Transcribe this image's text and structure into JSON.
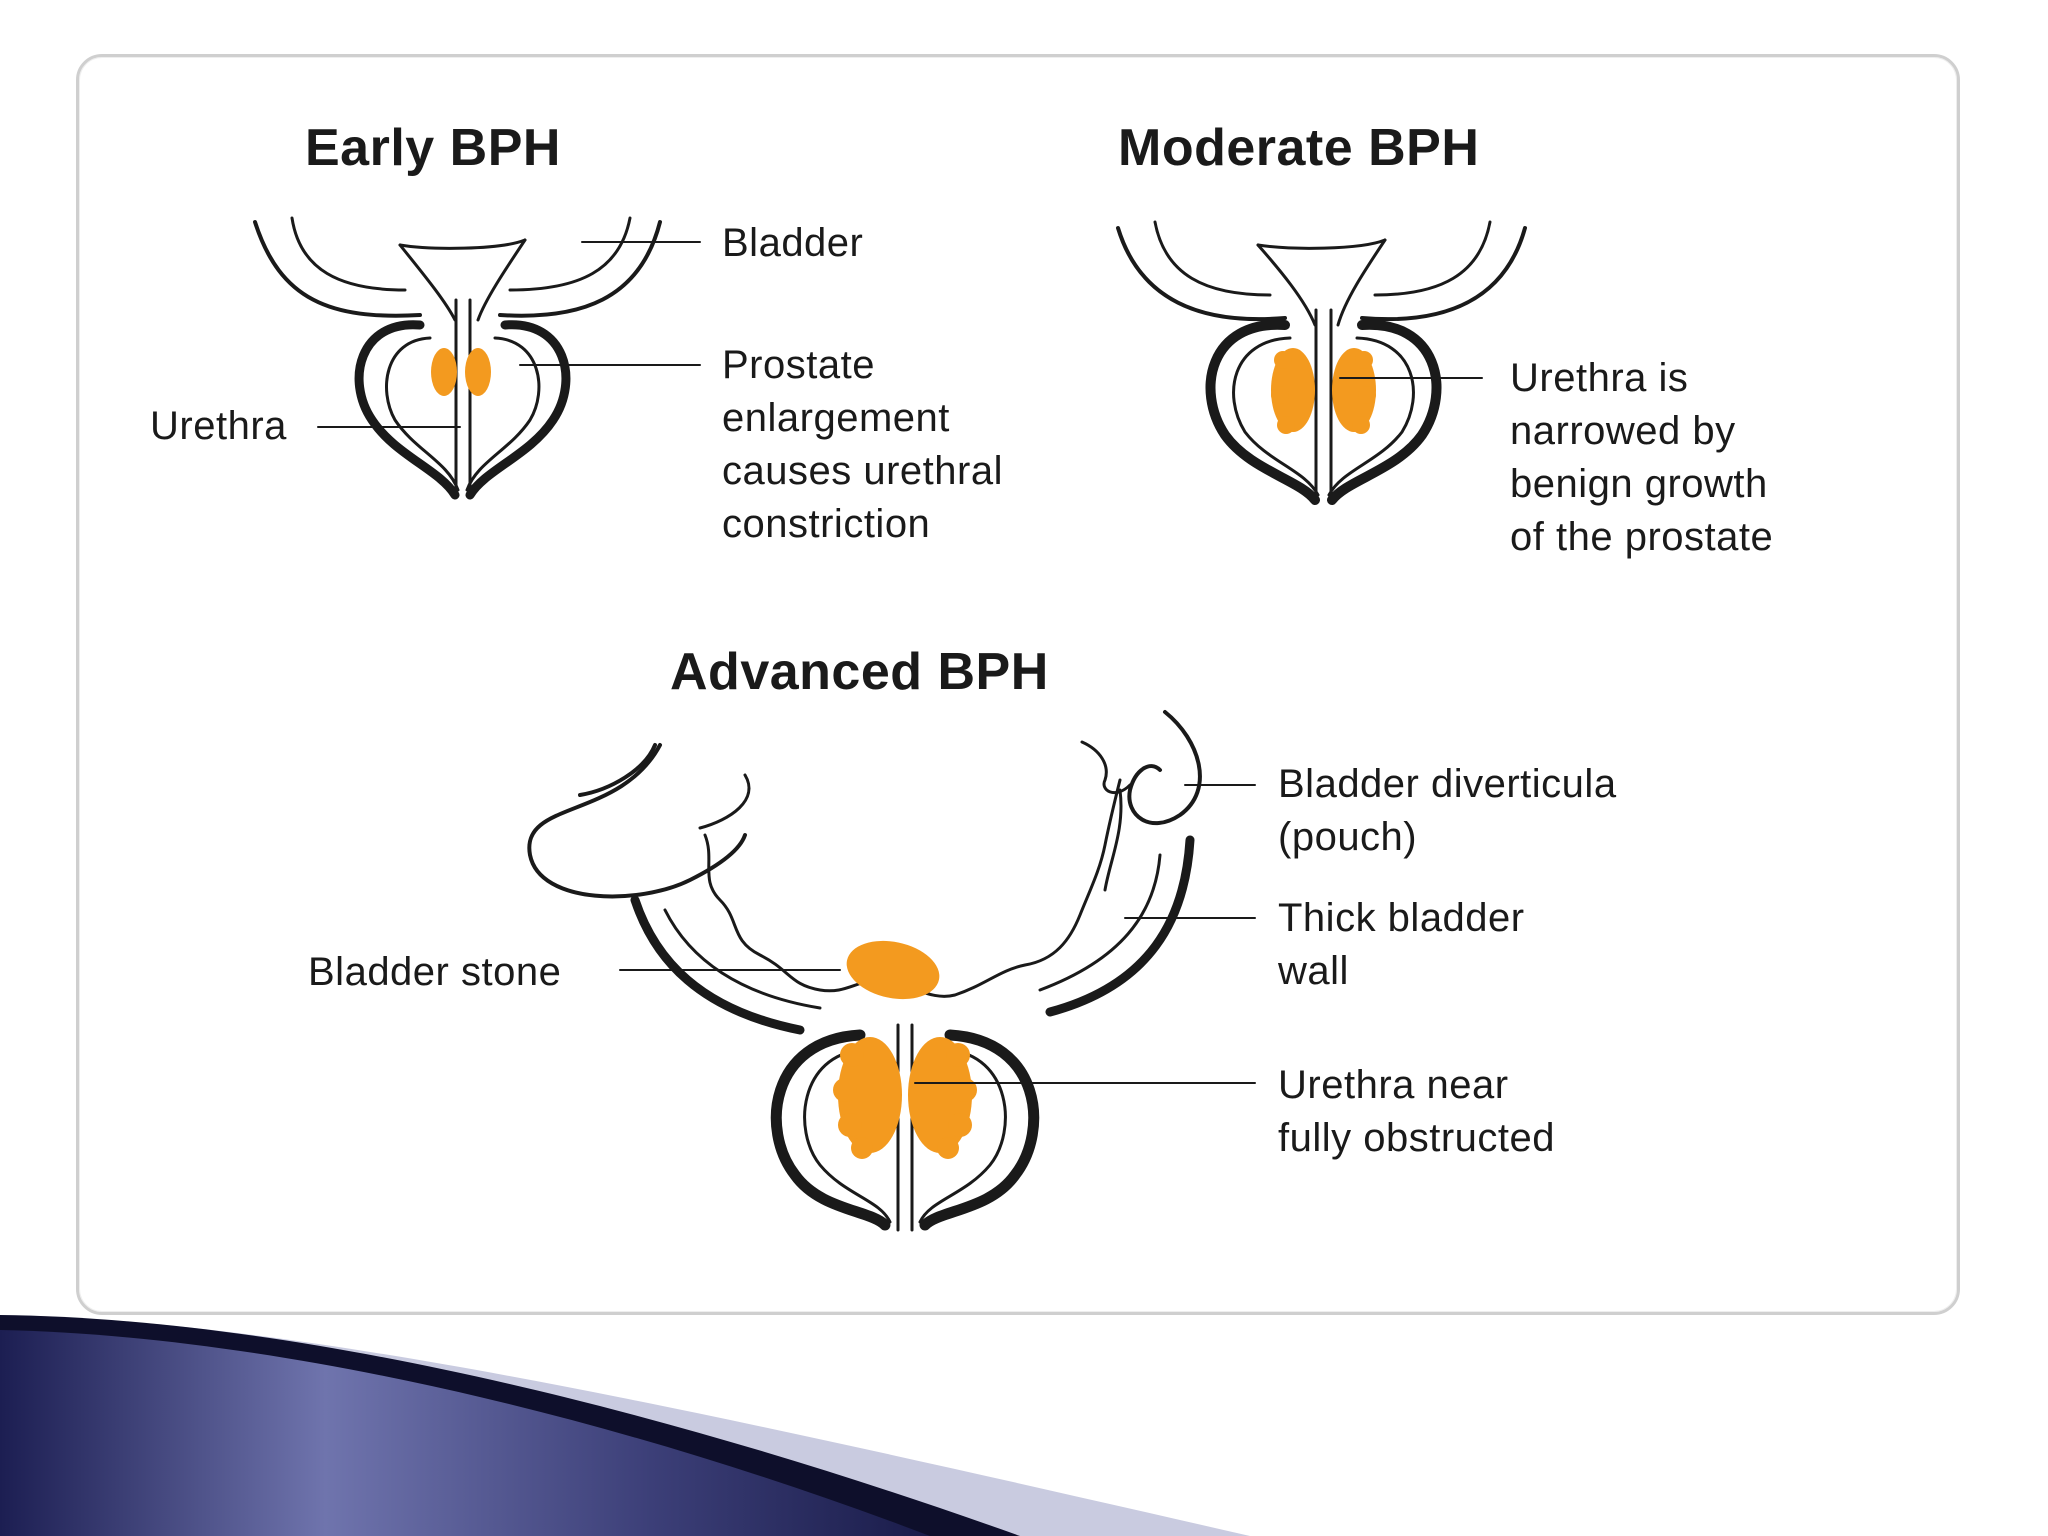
{
  "panels": {
    "early": {
      "title": "Early BPH",
      "labels": {
        "bladder": "Bladder",
        "prostate": "Prostate\nenlargement\ncauses urethral\nconstriction",
        "urethra": "Urethra"
      }
    },
    "moderate": {
      "title": "Moderate BPH",
      "labels": {
        "urethra_narrowed": "Urethra is\nnarrowed by\nbenign growth\nof the prostate"
      }
    },
    "advanced": {
      "title": "Advanced BPH",
      "labels": {
        "diverticula": "Bladder diverticula\n(pouch)",
        "thick_wall": "Thick bladder\nwall",
        "stone": "Bladder stone",
        "urethra_obstructed": "Urethra near\nfully obstructed"
      }
    }
  },
  "colors": {
    "prostate": "#f39a1f",
    "ink": "#1a1a1a",
    "frame": "#cfcfcf",
    "swoosh_dark": "#1c1e52",
    "swoosh_light": "#7a7fb8"
  }
}
